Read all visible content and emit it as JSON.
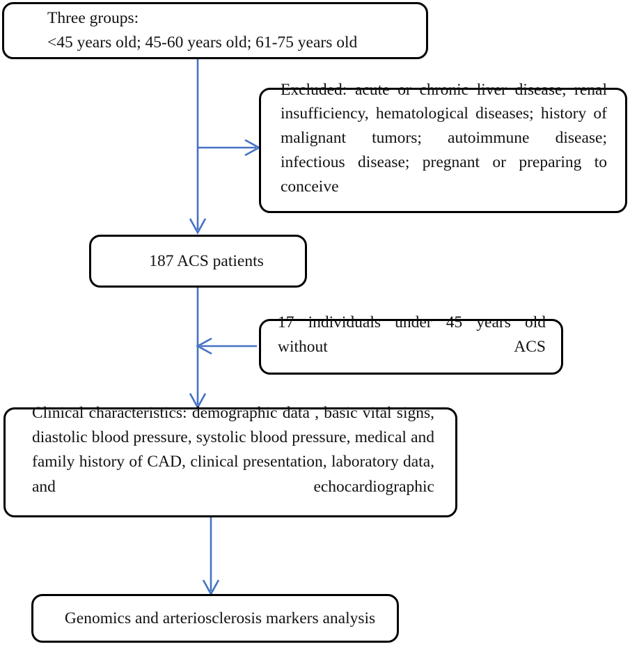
{
  "diagram": {
    "title": "Study participant selection flowchart",
    "colors": {
      "node_border": "#000000",
      "node_fill": "#ffffff",
      "text": "#121212",
      "connector": "#4472C4"
    },
    "nodes": {
      "three_groups": {
        "line1": "Three groups:",
        "line2": "<45 years old; 45-60 years old; 61-75 years old"
      },
      "excluded": {
        "text": "Excluded: acute or chronic liver disease, renal insufficiency, hematological diseases; history of malignant tumors; autoimmune disease; infectious disease; pregnant or preparing to conceive"
      },
      "acs_patients": {
        "text": "187 ACS patients"
      },
      "without_acs": {
        "text": "17 individuals under 45 years old without ACS"
      },
      "clinical": {
        "text": "Clinical characteristics: demographic data , basic vital signs, diastolic blood pressure, systolic blood pressure, medical and family history of CAD, clinical presentation, laboratory data, and echocardiographic"
      },
      "genomics": {
        "text": "Genomics and arteriosclerosis markers analysis"
      }
    },
    "connectors": [
      {
        "name": "three-groups-to-acs-patients",
        "direction": "down"
      },
      {
        "name": "branch-to-excluded",
        "direction": "right"
      },
      {
        "name": "acs-patients-to-clinical",
        "direction": "down"
      },
      {
        "name": "without-acs-to-main-line",
        "direction": "left"
      },
      {
        "name": "clinical-to-genomics",
        "direction": "down"
      }
    ]
  }
}
